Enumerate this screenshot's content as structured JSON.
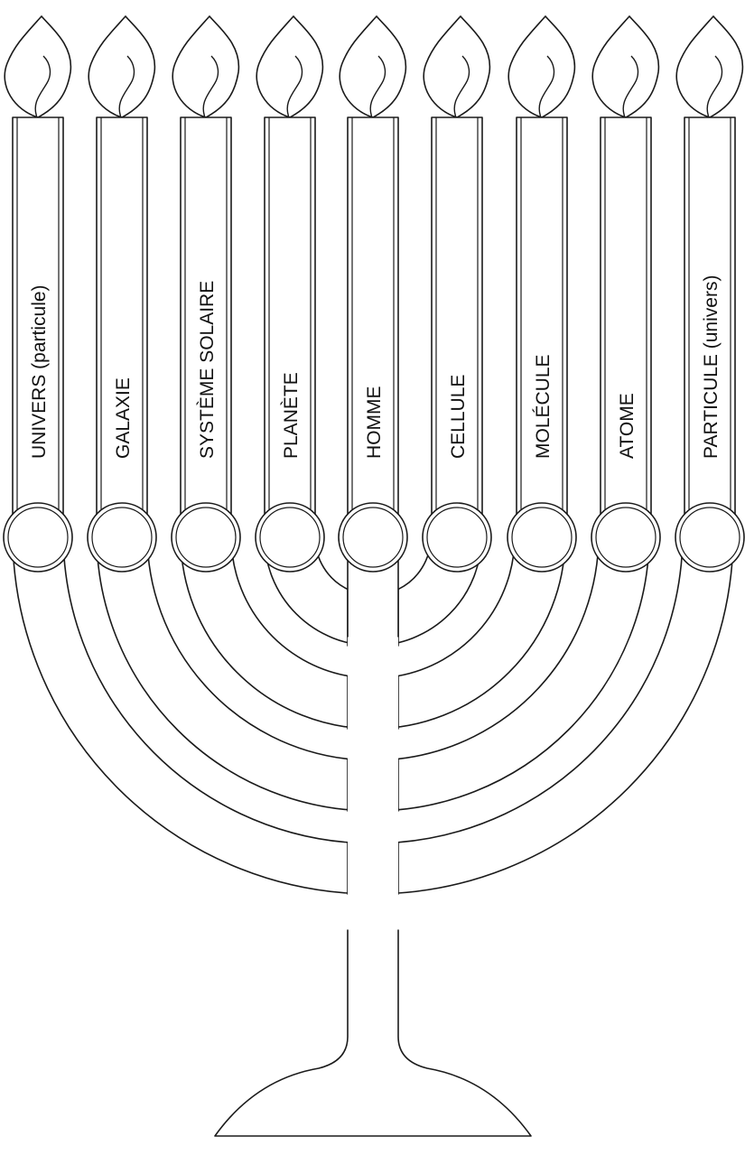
{
  "candles": [
    {
      "label": "UNIVERS (particule)"
    },
    {
      "label": "GALAXIE"
    },
    {
      "label": "SYSTÈME SOLAIRE"
    },
    {
      "label": "PLANÈTE"
    },
    {
      "label": "HOMME"
    },
    {
      "label": "CELLULE"
    },
    {
      "label": "MOLÉCULE"
    },
    {
      "label": "ATOME"
    },
    {
      "label": "PARTICULE (univers)"
    }
  ],
  "colors": {
    "line": "#1a1a1a",
    "fill": "#ffffff",
    "text": "#111111"
  }
}
